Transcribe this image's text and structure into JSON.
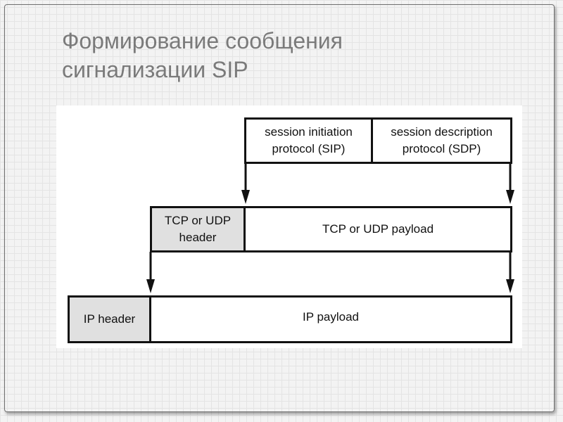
{
  "slide": {
    "title_line1": "Формирование сообщения",
    "title_line2": "сигнализации SIP"
  },
  "diagram": {
    "sip_box": {
      "line1": "session initiation",
      "line2": "protocol (SIP)"
    },
    "sdp_box": {
      "line1": "session description",
      "line2": "protocol (SDP)"
    },
    "tcp_udp_header": {
      "line1": "TCP or UDP",
      "line2": "header"
    },
    "tcp_udp_payload": "TCP or UDP payload",
    "ip_header": "IP header",
    "ip_payload": "IP payload"
  }
}
